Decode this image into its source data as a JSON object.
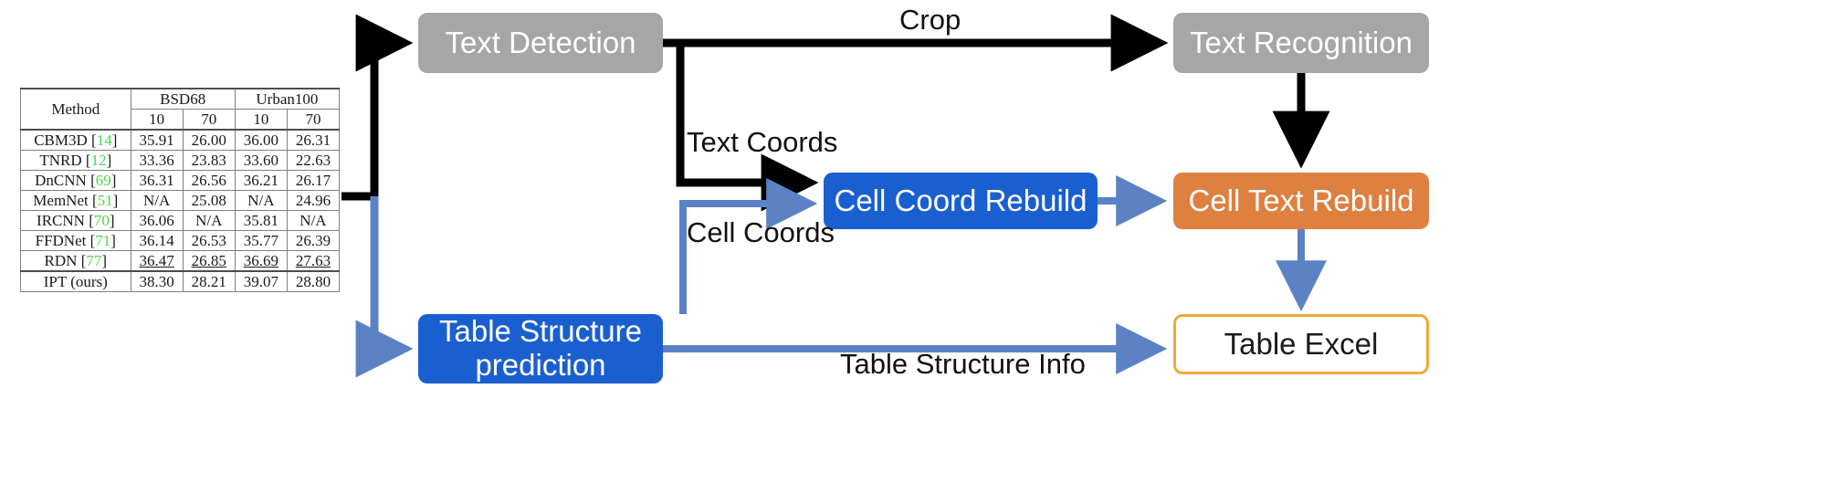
{
  "figure": {
    "title": "Table recognition pipeline diagram"
  },
  "table": {
    "caption": "",
    "col_method": "Method",
    "groups": [
      {
        "name": "BSD68",
        "levels": [
          "10",
          "70"
        ]
      },
      {
        "name": "Urban100",
        "levels": [
          "10",
          "70"
        ]
      }
    ],
    "rows": [
      {
        "method": "CBM3D",
        "ref": "14",
        "values": [
          "35.91",
          "26.00",
          "36.00",
          "26.31"
        ]
      },
      {
        "method": "TNRD",
        "ref": "12",
        "values": [
          "33.36",
          "23.83",
          "33.60",
          "22.63"
        ]
      },
      {
        "method": "DnCNN",
        "ref": "69",
        "values": [
          "36.31",
          "26.56",
          "36.21",
          "26.17"
        ]
      },
      {
        "method": "MemNet",
        "ref": "51",
        "values": [
          "N/A",
          "25.08",
          "N/A",
          "24.96"
        ]
      },
      {
        "method": "IRCNN",
        "ref": "70",
        "values": [
          "36.06",
          "N/A",
          "35.81",
          "N/A"
        ]
      },
      {
        "method": "FFDNet",
        "ref": "71",
        "values": [
          "36.14",
          "26.53",
          "35.77",
          "26.39"
        ]
      },
      {
        "method": "RDN",
        "ref": "77",
        "values": [
          "36.47",
          "26.85",
          "36.69",
          "27.63"
        ],
        "style": "underline"
      },
      {
        "method": "IPT (ours)",
        "ref": "",
        "values": [
          "38.30",
          "28.21",
          "39.07",
          "28.80"
        ],
        "style": "bold"
      }
    ]
  },
  "nodes": {
    "text_detection": "Text Detection",
    "text_recognition": "Text Recognition",
    "cell_coord_rebuild": "Cell Coord Rebuild",
    "cell_text_rebuild": "Cell Text Rebuild",
    "table_structure_prediction": "Table Structure\nprediction",
    "table_excel": "Table Excel"
  },
  "edge_labels": {
    "crop": "Crop",
    "text_coords": "Text Coords",
    "cell_coords": "Cell Coords",
    "table_structure_info": "Table Structure Info"
  },
  "colors": {
    "gray_box": "#a6a6a6",
    "blue_box": "#1a5fd0",
    "orange_box": "#dd8040",
    "outline_box_border": "#f0a93a",
    "black_arrow": "#000000",
    "blue_arrow": "#5b82c4",
    "reference_green": "#49d949"
  }
}
